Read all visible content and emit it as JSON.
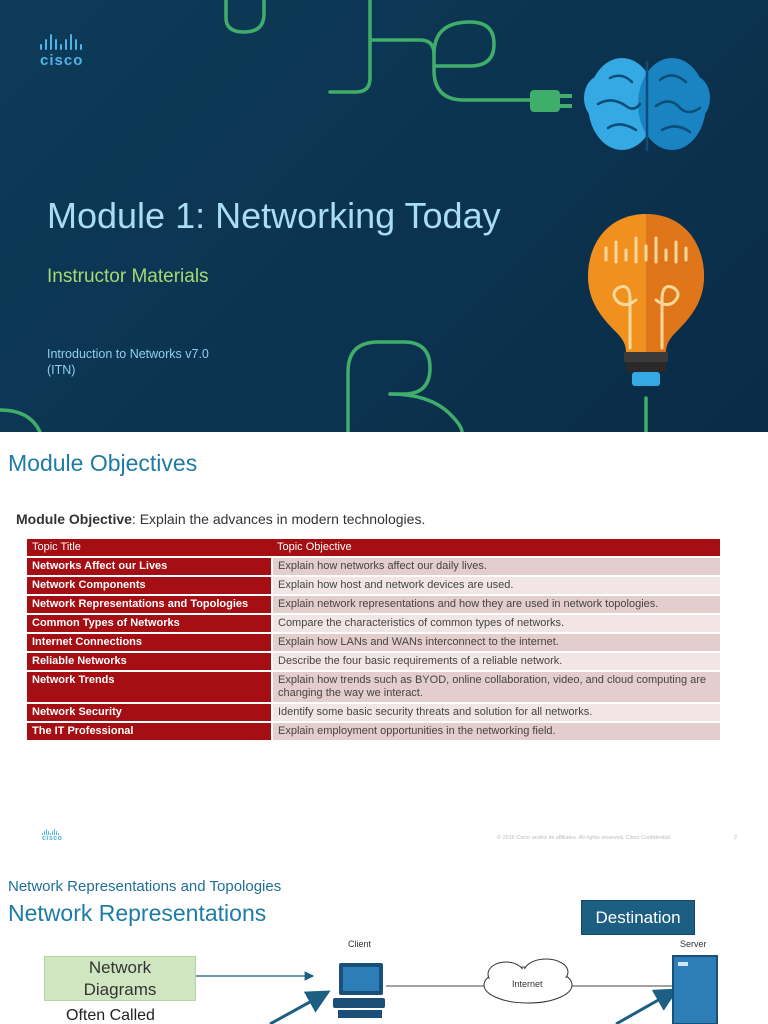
{
  "slide1": {
    "logo": "cisco",
    "title": "Module 1: Networking Today",
    "subtitle": "Instructor Materials",
    "course_line1": "Introduction to Networks v7.0",
    "course_line2": "(ITN)",
    "colors": {
      "background": "#0b3350",
      "title": "#a9ddf3",
      "subtitle": "#a6d873",
      "accent_green": "#3fae6a"
    },
    "icons": [
      "brain-icon",
      "plug-icon",
      "lightbulb-icon"
    ]
  },
  "slide2": {
    "title": "Module Objectives",
    "objective_label": "Module Objective",
    "objective_text": ": Explain the advances in modern technologies.",
    "table": {
      "headers": [
        "Topic Title",
        "Topic Objective"
      ],
      "rows": [
        [
          "Networks Affect our Lives",
          "Explain how networks affect our daily lives."
        ],
        [
          "Network Components",
          "Explain how host and network devices are used."
        ],
        [
          "Network Representations and Topologies",
          "Explain network representations and how they are used in network topologies."
        ],
        [
          "Common Types of Networks",
          "Compare the characteristics of common types of networks."
        ],
        [
          "Internet Connections",
          "Explain how LANs and WANs interconnect to the internet."
        ],
        [
          "Reliable Networks",
          "Describe the four basic requirements of a reliable network."
        ],
        [
          "Network Trends",
          "Explain how trends such as BYOD, online collaboration, video, and cloud computing are changing the way we interact."
        ],
        [
          "Network Security",
          "Identify some basic security threats and solution for all networks."
        ],
        [
          "The IT Professional",
          "Explain employment opportunities in the networking field."
        ]
      ]
    },
    "footer_logo": "cisco",
    "copyright": "© 2016 Cisco and/or its affiliates. All rights reserved. Cisco Confidential",
    "page_number": "2",
    "colors": {
      "title": "#1e7ba6",
      "header_bg": "#a50e13",
      "row_light": "#f2e5e5",
      "row_dark": "#e4cdcd"
    }
  },
  "slide3": {
    "kicker": "Network Representations and Topologies",
    "title": "Network Representations",
    "destination_label": "Destination",
    "network_diagrams_label": "Network\nDiagrams",
    "often_called": "Often Called",
    "client_label": "Client",
    "server_label": "Server",
    "internet_label": "Internet",
    "colors": {
      "destination_bg": "#1d5e83",
      "diagrams_bg": "#cfe6c1",
      "arrow": "#1d5e83"
    },
    "icons": [
      "computer-icon",
      "cloud-icon",
      "server-icon"
    ]
  }
}
